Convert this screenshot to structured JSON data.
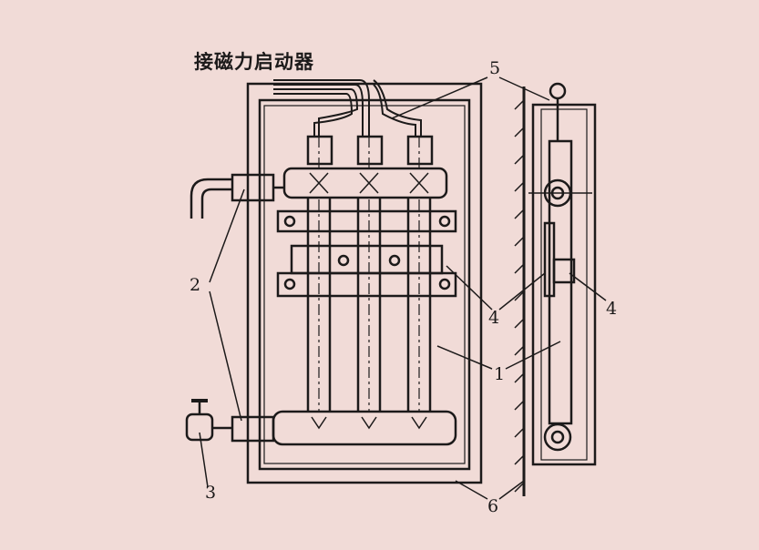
{
  "title": "接磁力启动器",
  "labels": {
    "l1": "1",
    "l2": "2",
    "l3": "3",
    "l4a": "4",
    "l4b": "4",
    "l5": "5",
    "l6": "6"
  },
  "colors": {
    "background": "#f1dbd7",
    "ink": "#1c1a1a"
  }
}
